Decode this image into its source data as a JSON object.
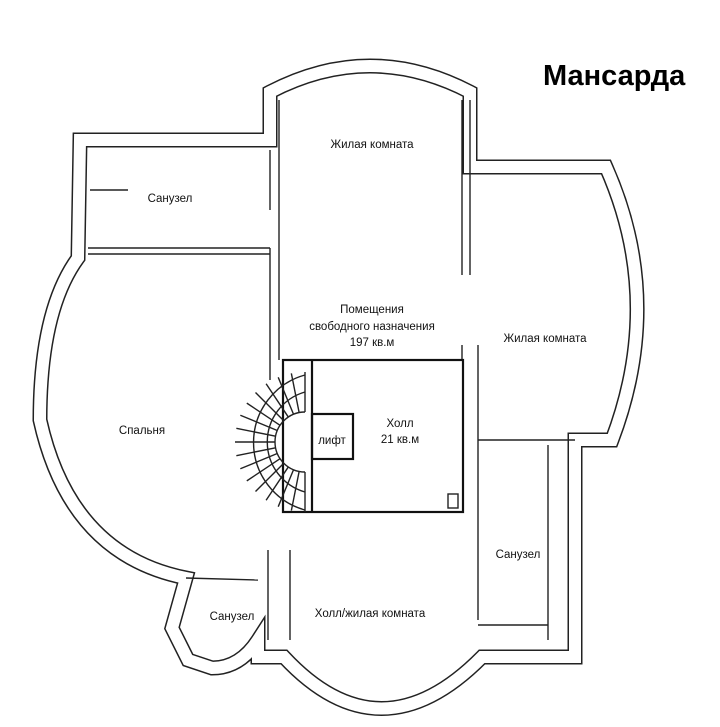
{
  "title": "Мансарда",
  "rooms": {
    "living_top": "Жилая комната",
    "bath_top_left": "Санузел",
    "free_space": "Помещения",
    "free_space_line2": "свободного назначения",
    "free_space_area": "197 кв.м",
    "living_right": "Жилая комната",
    "bedroom": "Спальня",
    "elevator": "лифт",
    "hall": "Холл",
    "hall_area": "21 кв.м",
    "bath_right": "Санузел",
    "hall_living_bottom": "Холл/жилая комната",
    "bath_bottom_left": "Санузел"
  }
}
